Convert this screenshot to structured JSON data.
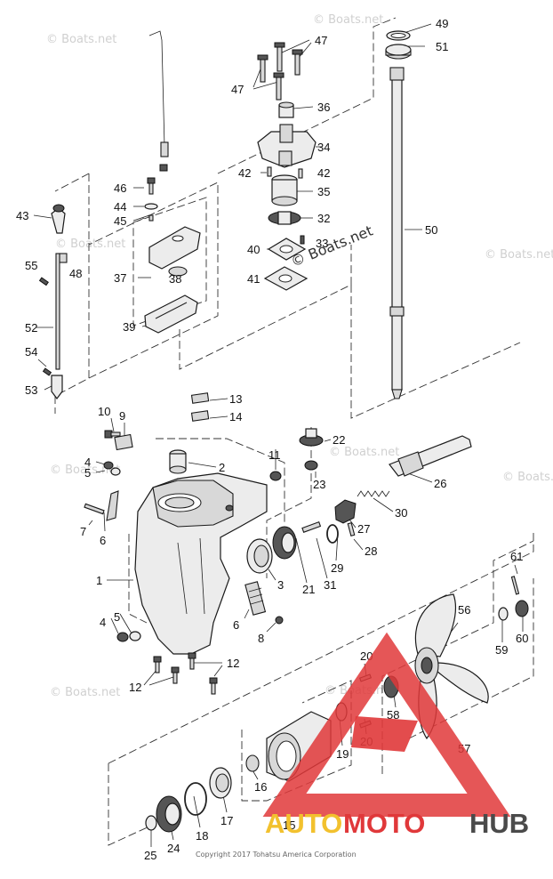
{
  "watermark": {
    "text": "© Boats.net"
  },
  "copyright": "Copyright 2017 Tohatsu America Corporation",
  "logo": {
    "part1": "AUTO",
    "part2": "MOTO",
    "part3": "HUB",
    "colors": {
      "red": "#e0383a",
      "yellow": "#f2c12e",
      "gray": "#4a4a4a"
    }
  },
  "callouts": {
    "c1": "1",
    "c2": "2",
    "c3": "3",
    "c4a": "4",
    "c4b": "4",
    "c5a": "5",
    "c5b": "5",
    "c6a": "6",
    "c6b": "6",
    "c7": "7",
    "c8": "8",
    "c9": "9",
    "c10": "10",
    "c11": "11",
    "c12a": "12",
    "c12b": "12",
    "c13": "13",
    "c14": "14",
    "c15": "15",
    "c16": "16",
    "c17": "17",
    "c18": "18",
    "c19": "19",
    "c20a": "20",
    "c20b": "20",
    "c21": "21",
    "c22": "22",
    "c23": "23",
    "c24": "24",
    "c25": "25",
    "c26": "26",
    "c27": "27",
    "c28": "28",
    "c29": "29",
    "c30": "30",
    "c31": "31",
    "c32": "32",
    "c33": "33",
    "c34": "34",
    "c35": "35",
    "c36": "36",
    "c37": "37",
    "c38": "38",
    "c39": "39",
    "c40": "40",
    "c41": "41",
    "c42a": "42",
    "c42b": "42",
    "c43": "43",
    "c44": "44",
    "c45": "45",
    "c46": "46",
    "c47a": "47",
    "c47b": "47",
    "c48": "48",
    "c49": "49",
    "c50": "50",
    "c51": "51",
    "c52": "52",
    "c53": "53",
    "c54": "54",
    "c55": "55",
    "c56": "56",
    "c57": "57",
    "c58": "58",
    "c59": "59",
    "c60": "60",
    "c61": "61"
  }
}
